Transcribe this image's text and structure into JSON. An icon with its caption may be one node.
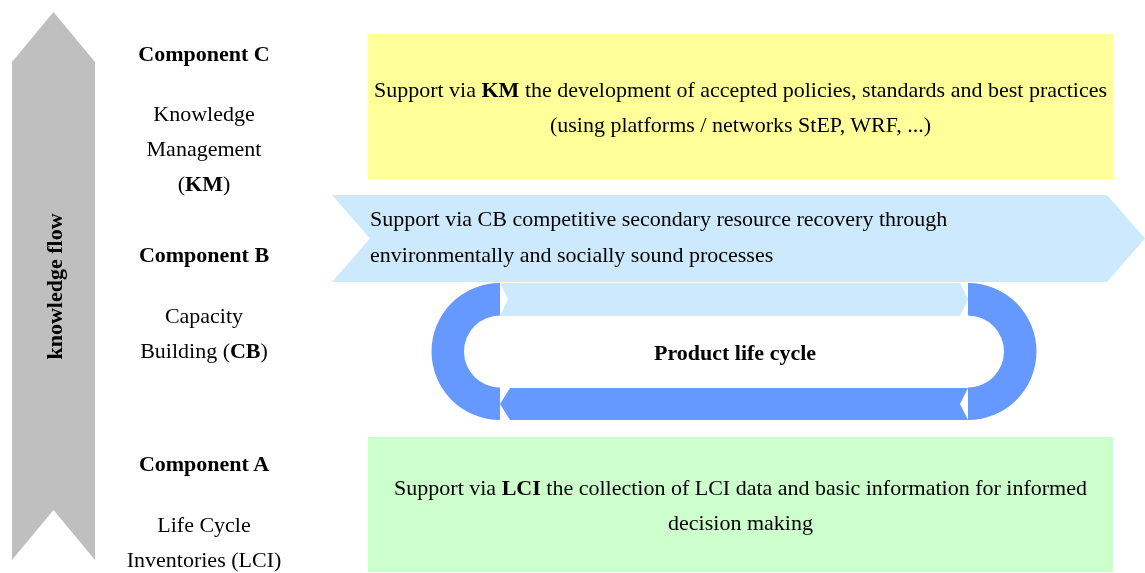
{
  "diagram": {
    "nodes": [
      {
        "text": [
          "knowledge flow"
        ]
      },
      {
        "text": [
          "Support via **KM** the development of accepted policies, standards and best practices (using platforms / networks StEP, WRF, ...)"
        ]
      },
      {
        "text": [
          "Support via CB competitive secondary resource recovery through environmentally and socially sound processes"
        ]
      },
      {
        "text": [
          "Product life cycle"
        ]
      },
      {
        "text": [
          "Support via **LCI** the collection of LCI data and basic information for informed decision making"
        ]
      }
    ],
    "labels": [
      "Component C",
      "Knowledge Management (**KM**)",
      "Component B",
      "Capacity Building (**CB**)",
      "Component A",
      "Life Cycle Inventories (LCI)"
    ]
  }
}
